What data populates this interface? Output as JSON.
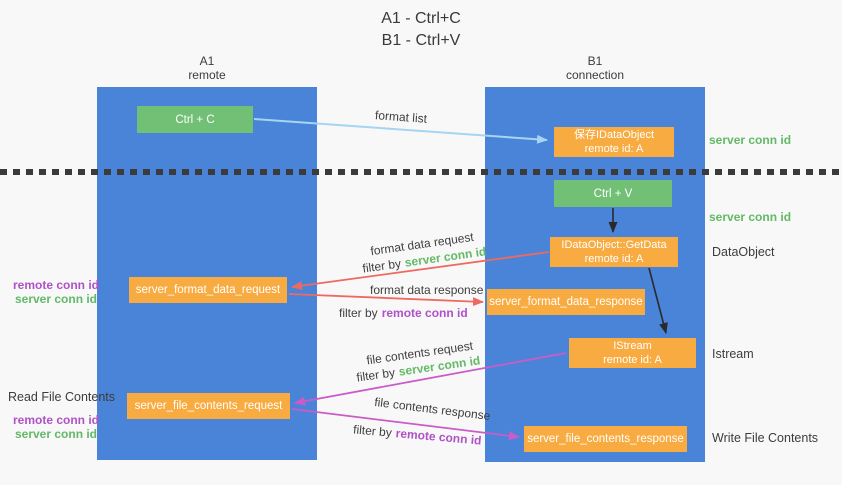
{
  "title": {
    "line1": "A1 - Ctrl+C",
    "line2": "B1 - Ctrl+V"
  },
  "lanes": {
    "a1": {
      "title": "A1",
      "subtitle": "remote"
    },
    "b1": {
      "title": "B1",
      "subtitle": "connection"
    }
  },
  "nodes": {
    "ctrl_c": {
      "label": "Ctrl + C"
    },
    "ctrl_v": {
      "label": "Ctrl + V"
    },
    "save_dataobject": {
      "line1": "保存IDataObject",
      "line2": "remote id: A"
    },
    "getdata": {
      "line1": "IDataObject::GetData",
      "line2": "remote id: A"
    },
    "istream": {
      "line1": "IStream",
      "line2": "remote id: A"
    },
    "format_request": {
      "label": "server_format_data_request"
    },
    "format_response": {
      "label": "server_format_data_response"
    },
    "file_request": {
      "label": "server_file_contents_request"
    },
    "file_response": {
      "label": "server_file_contents_response"
    }
  },
  "side_labels": {
    "server_conn_id_top": "server conn id",
    "server_conn_id_mid": "server conn id",
    "dataobject": "DataObject",
    "istream": "Istream",
    "write_file_contents": "Write File Contents",
    "read_file_contents": "Read File Contents",
    "remote_conn_id_1": "remote conn id",
    "server_conn_id_1": "server conn id",
    "remote_conn_id_2": "remote conn id",
    "server_conn_id_2": "server conn id"
  },
  "arrow_labels": {
    "format_list": "format list",
    "format_data_request": "format data request",
    "format_data_response": "format data response",
    "file_contents_request": "file contents request",
    "file_contents_response": "file contents response",
    "filter_by": "filter by",
    "filter_server_conn_id": "server conn id",
    "filter_remote_conn_id": "remote conn id"
  },
  "colors": {
    "lane_blue": "#4a84d8",
    "node_green": "#72bf76",
    "node_orange": "#f8ab40",
    "arrow_lightblue": "#a6d4f2",
    "arrow_red": "#ee6a60",
    "arrow_magenta": "#cb5bc8",
    "arrow_black": "#2a2a2a",
    "text_green": "#62b966",
    "text_purple": "#b052c7",
    "text_dark": "#3f3f3f"
  }
}
